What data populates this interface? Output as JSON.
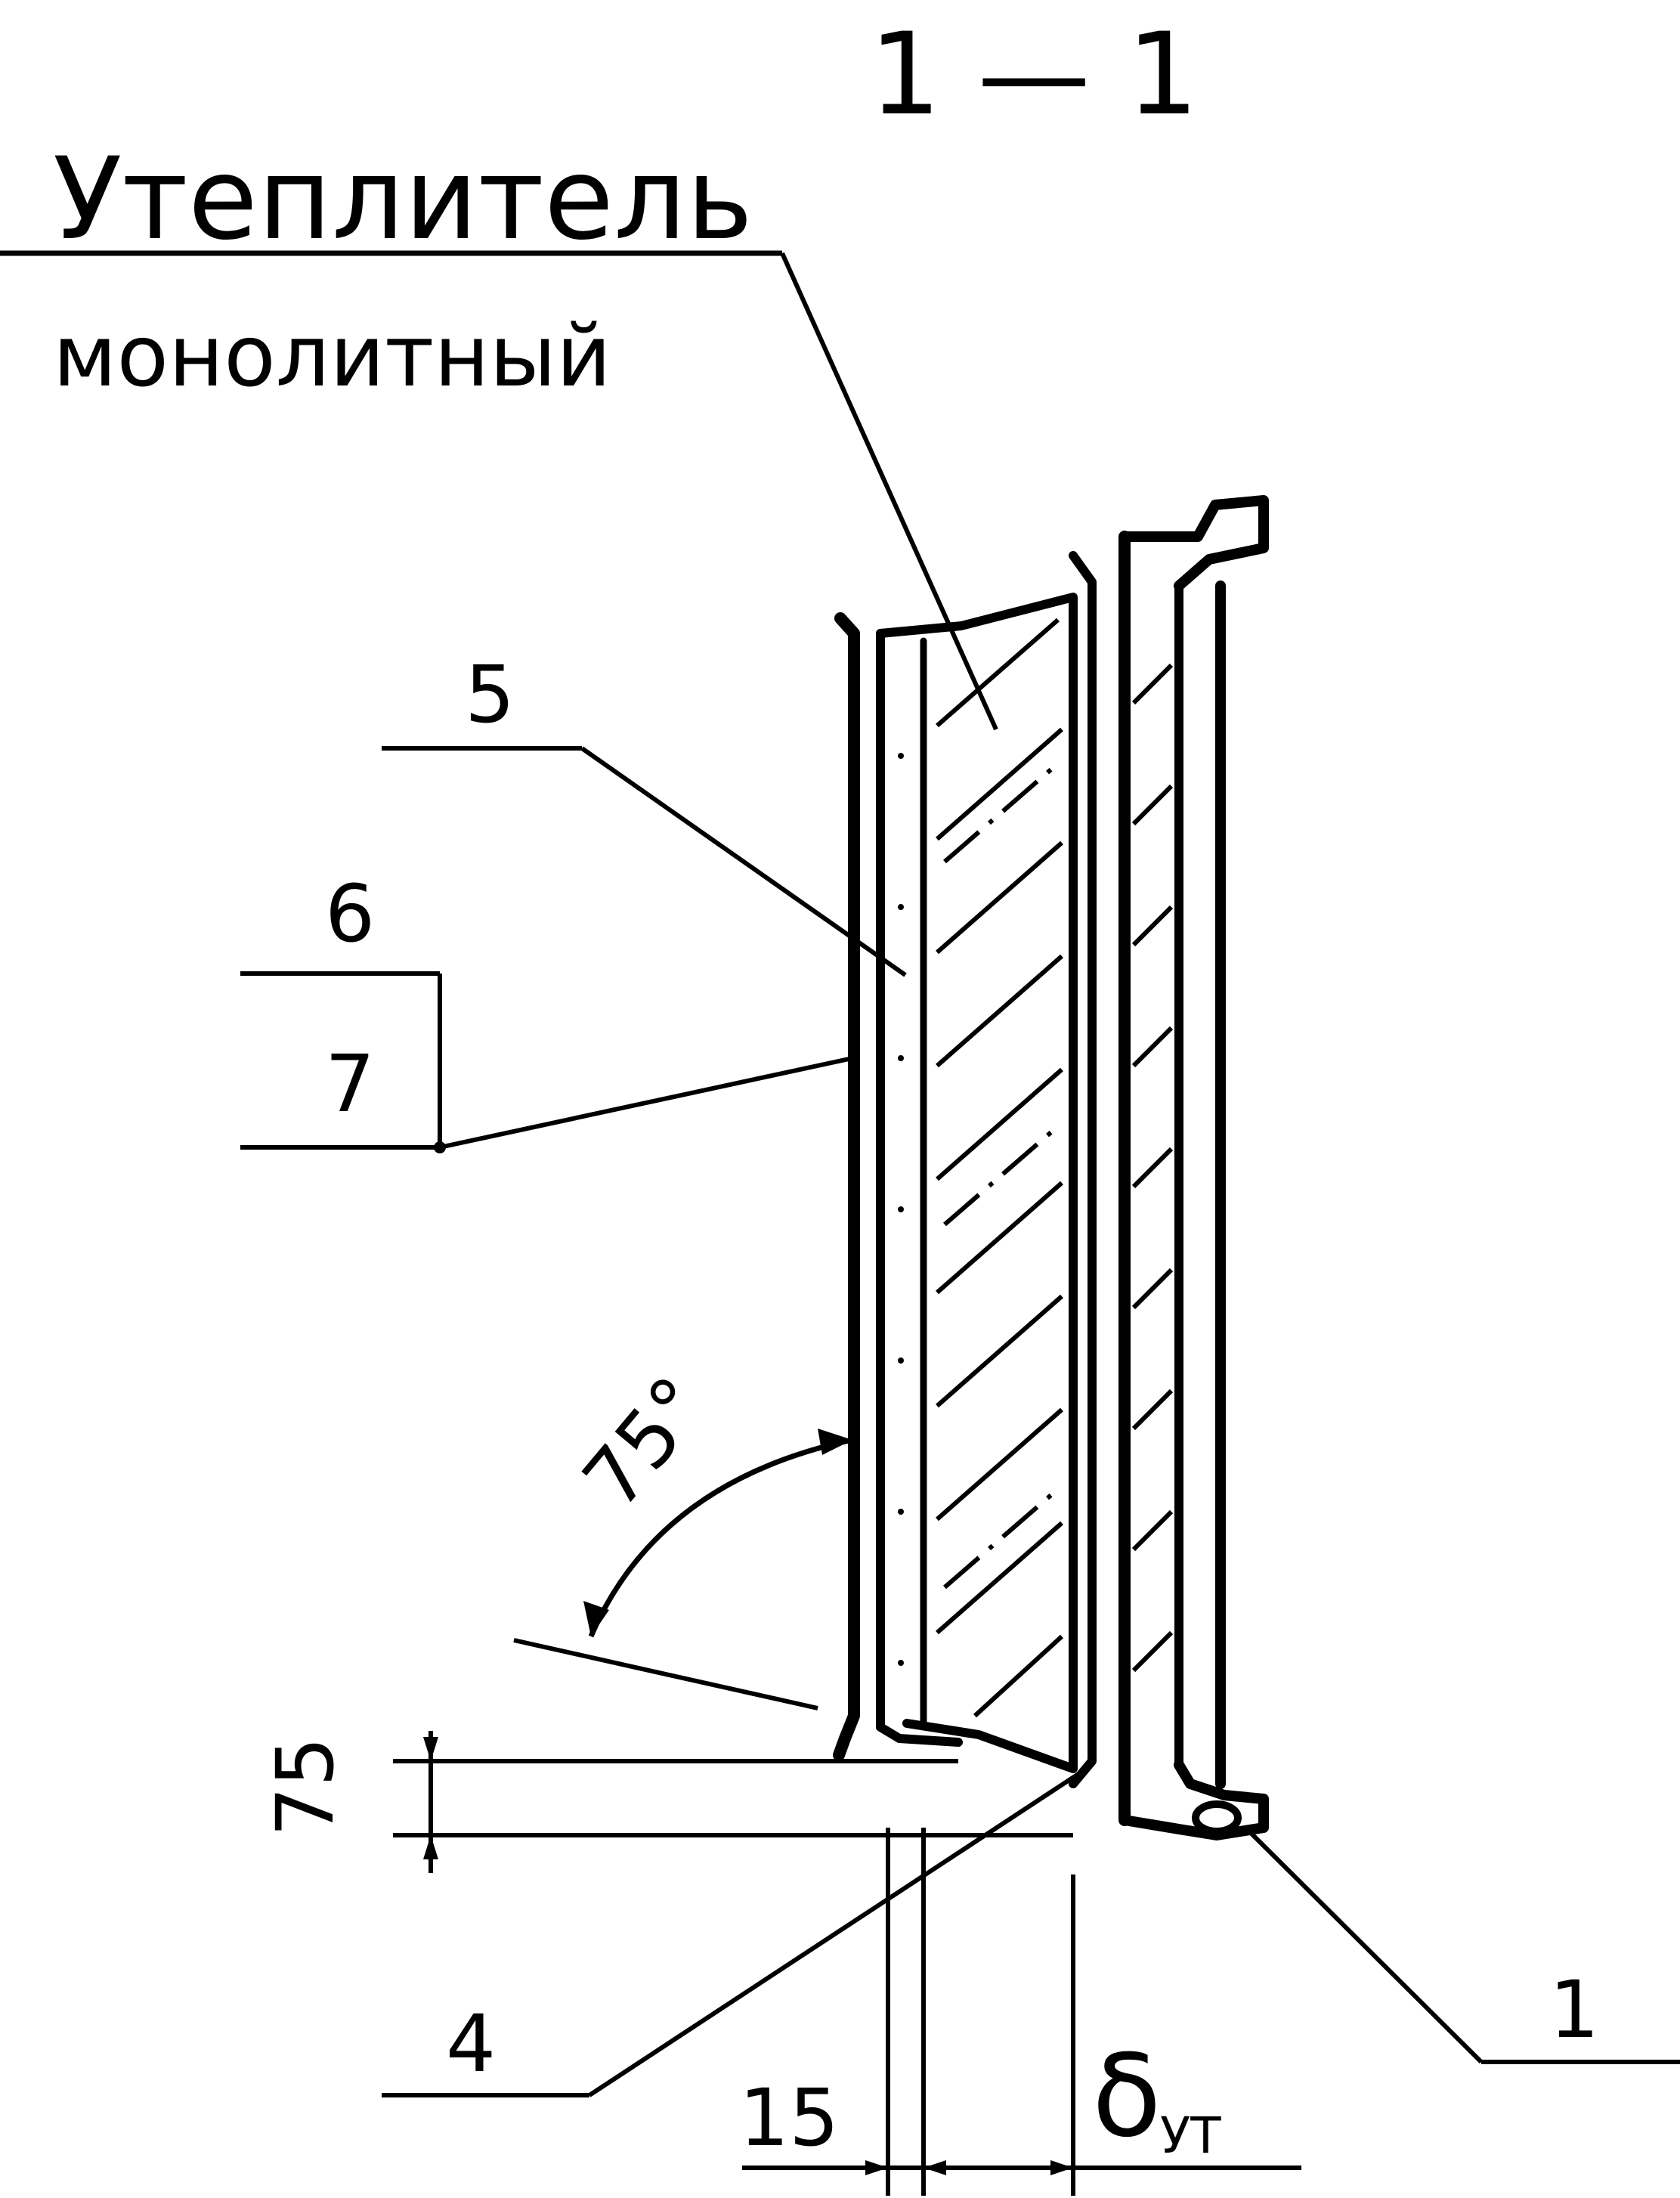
{
  "section_title": "1 — 1",
  "insulation_label": {
    "line1": "Утеплитель",
    "line2": "монолитный"
  },
  "callouts": {
    "c5": "5",
    "c6": "6",
    "c7": "7",
    "c4": "4",
    "c1": "1"
  },
  "dimensions": {
    "angle": "75°",
    "height": "75",
    "gap": "15",
    "insulation_thickness_symbol": "δ",
    "insulation_thickness_subscript": "УТ"
  },
  "colors": {
    "ink": "#000000",
    "paper": "#ffffff"
  }
}
